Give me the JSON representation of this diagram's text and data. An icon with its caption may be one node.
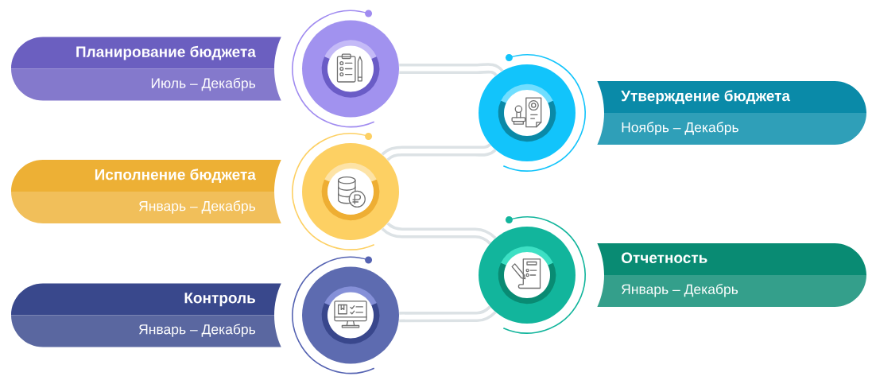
{
  "diagram": {
    "nodes": [
      {
        "text": [
          "Планирование бюджета",
          "Июль – Декабрь"
        ]
      },
      {
        "text": [],
        "shape": "circle"
      },
      {
        "text": [],
        "shape": "circle"
      },
      {
        "text": [
          "Утверждение бюджета",
          "Ноябрь – Декабрь"
        ]
      },
      {
        "text": [
          "Исполнение бюджета",
          "Январь – Декабрь"
        ]
      },
      {
        "text": [],
        "shape": "circle"
      },
      {
        "text": [],
        "shape": "circle"
      },
      {
        "text": [
          "Отчетность",
          "Январь – Декабрь"
        ]
      },
      {
        "text": [
          "Контроль",
          "Январь – Декабрь"
        ]
      },
      {
        "text": [],
        "shape": "circle"
      }
    ],
    "edges": [
      {
        "from": 1,
        "to": 2,
        "arrow": "none"
      },
      {
        "from": 2,
        "to": 5,
        "arrow": "none"
      },
      {
        "from": 5,
        "to": 6,
        "arrow": "none"
      },
      {
        "from": 6,
        "to": 9,
        "arrow": "none"
      }
    ]
  }
}
